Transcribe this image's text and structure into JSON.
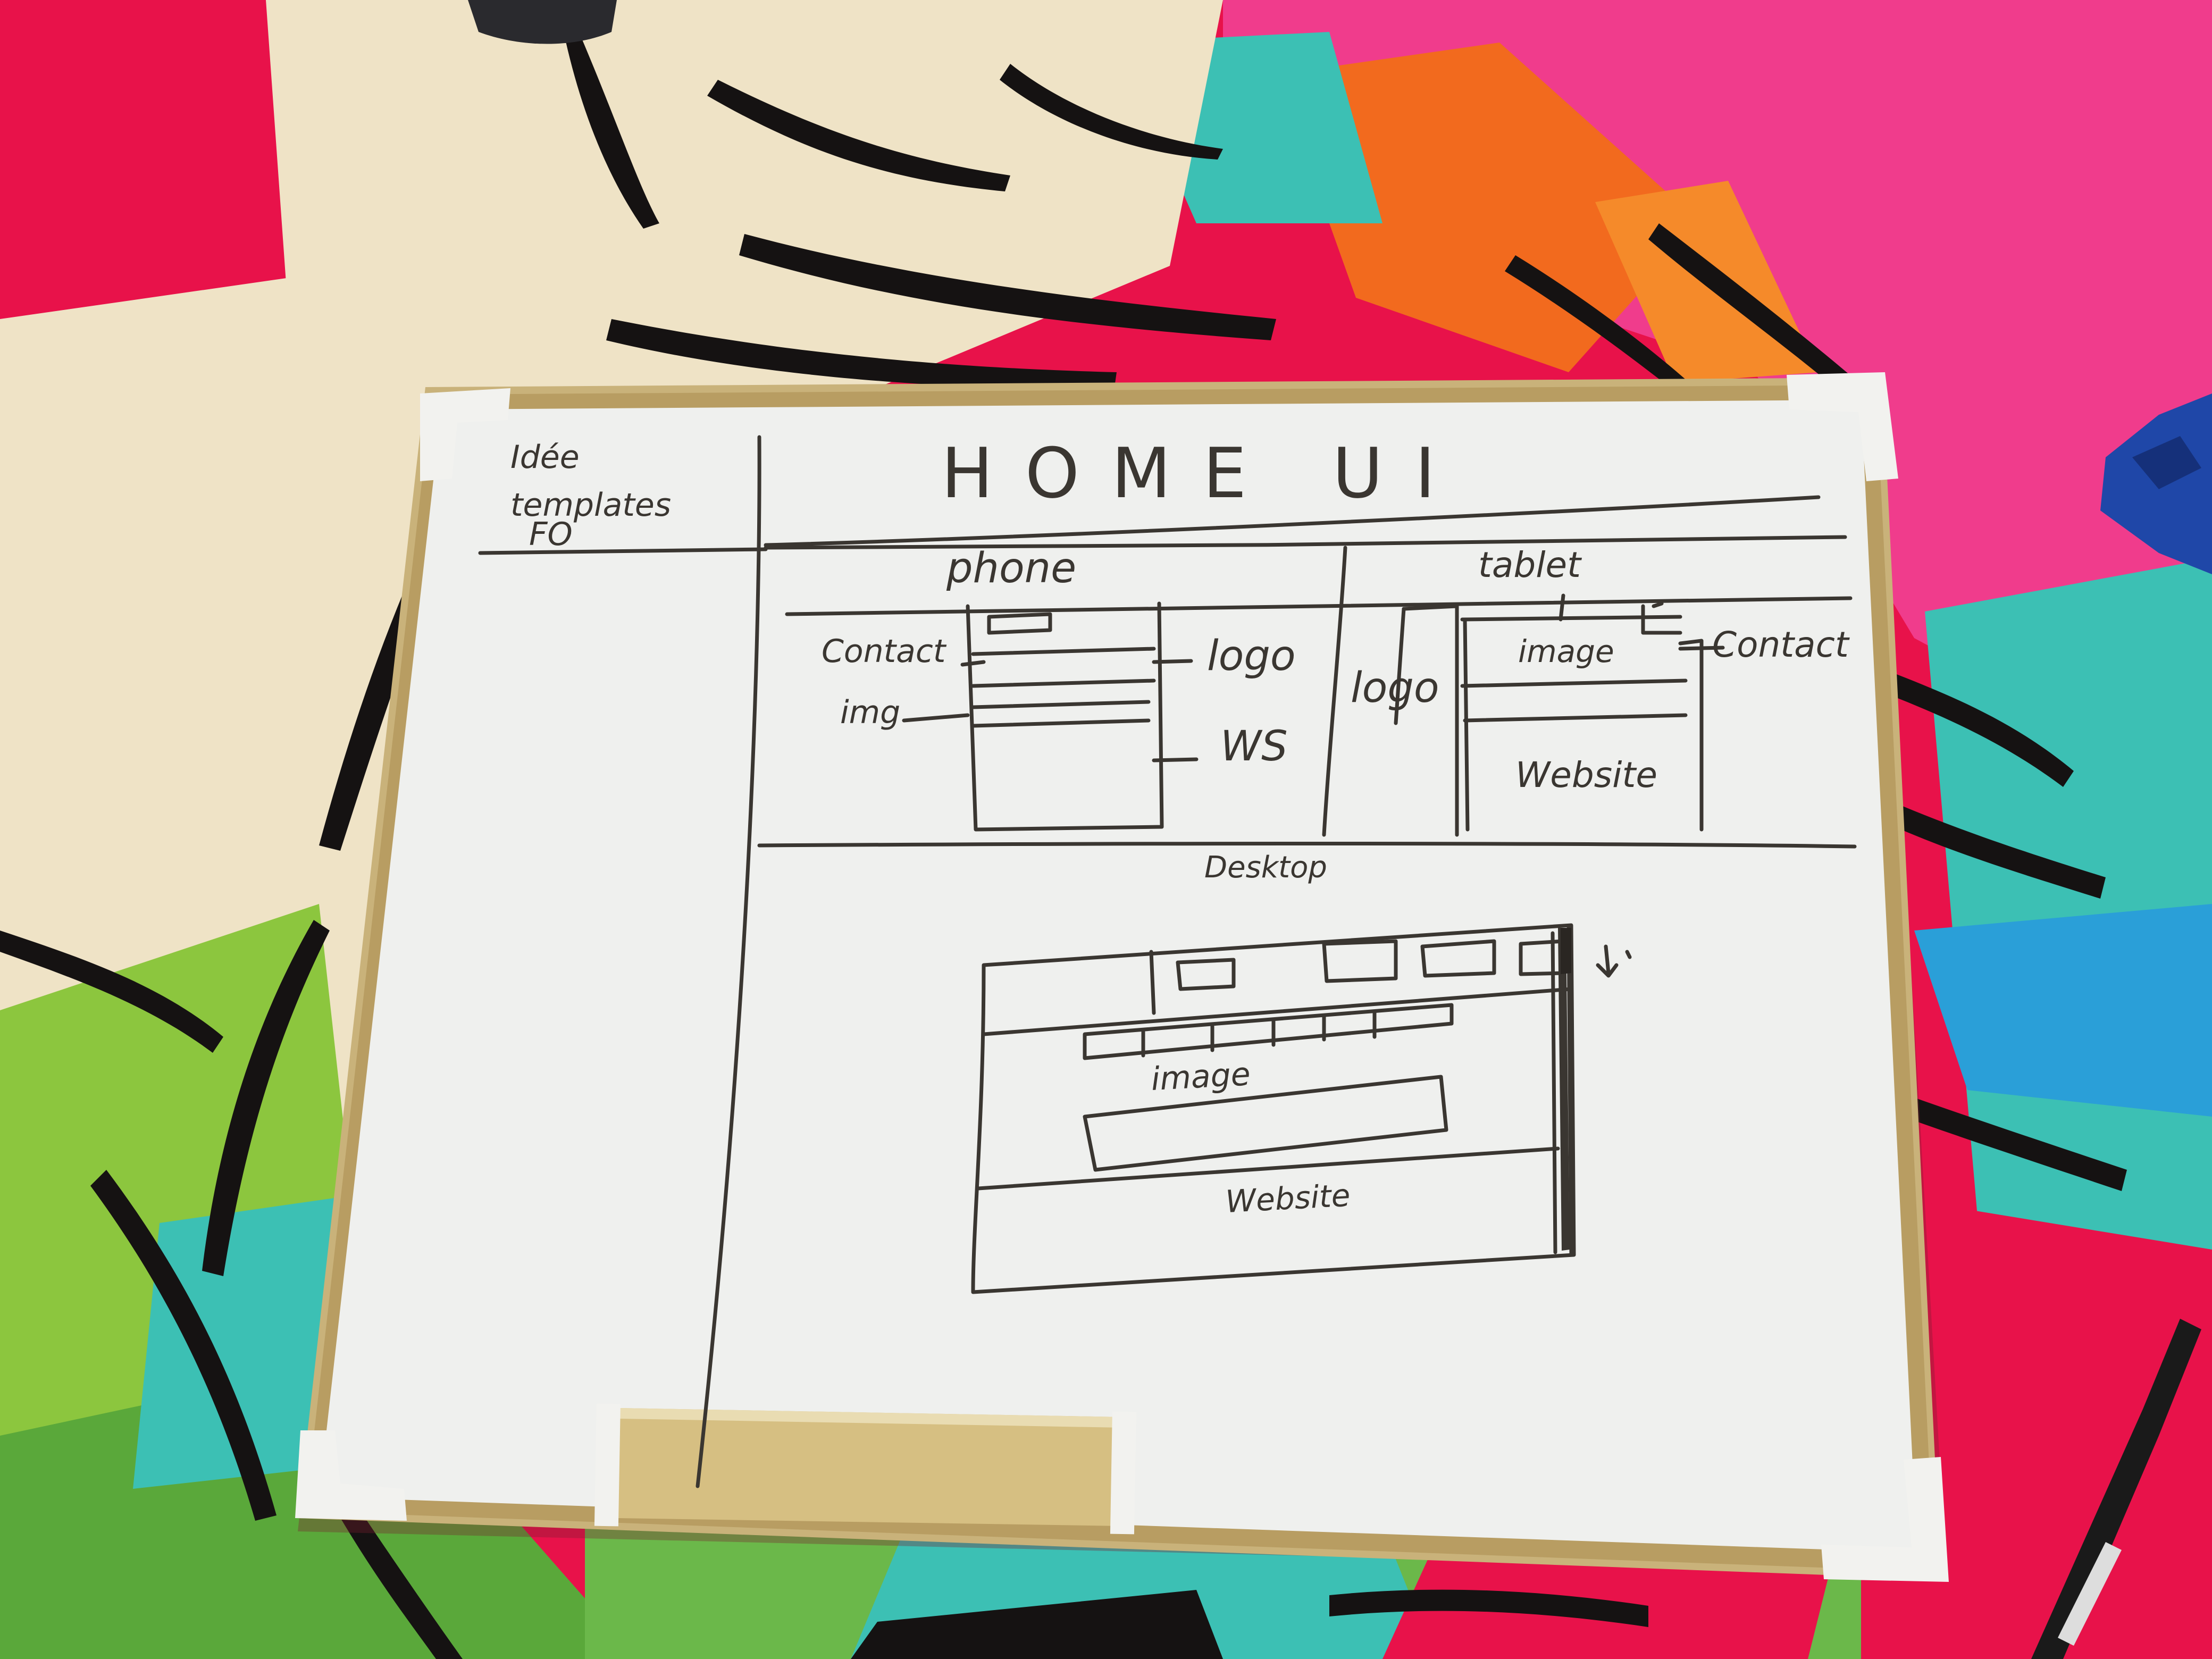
{
  "colors": {
    "fabric_red": "#e8124a",
    "fabric_pink": "#f03c8c",
    "fabric_orange": "#f26a1e",
    "fabric_cream": "#efe3c6",
    "fabric_teal": "#3cc0b4",
    "fabric_green": "#8cc63e",
    "stripe_black": "#151212",
    "board_white": "#eff0ee",
    "frame_gold": "#c9b27a",
    "corner_white": "#f2f2ef",
    "marker_ink": "#3a3631"
  },
  "whiteboard": {
    "corner_note": [
      "Idée",
      "templates",
      "FO"
    ],
    "title": "HOME UI",
    "phone": {
      "label": "phone",
      "callouts": {
        "contact": "Contact",
        "image": "img",
        "logo": "logo",
        "website": "WS"
      }
    },
    "tablet": {
      "label": "tablet",
      "callouts": {
        "logo": "logo",
        "image": "image",
        "contact": "Contact",
        "website": "Website"
      }
    },
    "desktop": {
      "label": "Desktop",
      "callouts": {
        "image": "image",
        "website": "Website"
      }
    }
  }
}
